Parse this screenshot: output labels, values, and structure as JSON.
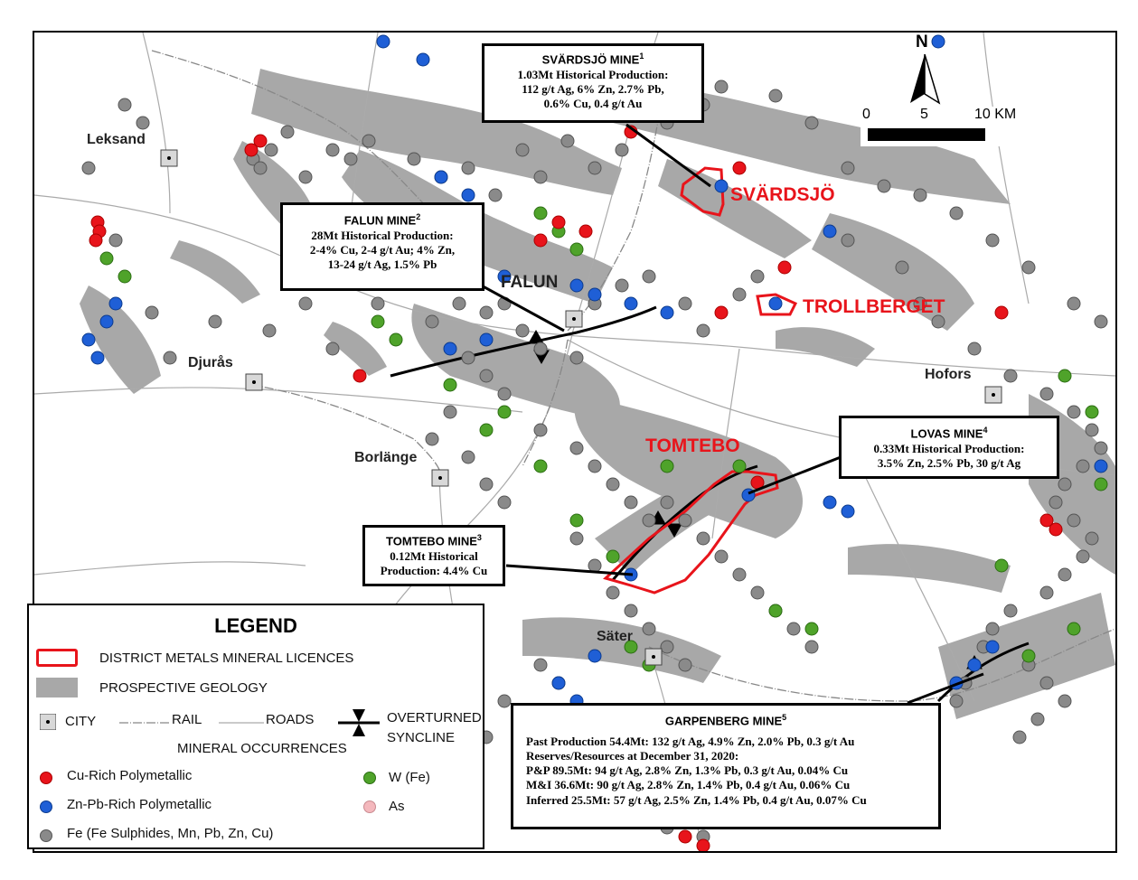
{
  "north_label": "N",
  "scale": {
    "labels": [
      "0",
      "5",
      "10 KM"
    ]
  },
  "cities": [
    {
      "name": "Leksand"
    },
    {
      "name": "Djurås"
    },
    {
      "name": "Borlänge"
    },
    {
      "name": "FALUN"
    },
    {
      "name": "Hofors"
    },
    {
      "name": "Säter"
    }
  ],
  "licences": [
    {
      "name": "SVÄRDSJÖ"
    },
    {
      "name": "TROLLBERGET"
    },
    {
      "name": "TOMTEBO"
    }
  ],
  "callouts": {
    "svardsjo": {
      "title": "SVÄRDSJÖ MINE",
      "ref": "1",
      "lines": [
        "1.03Mt Historical Production:",
        "112 g/t Ag, 6% Zn, 2.7% Pb,",
        "0.6% Cu, 0.4 g/t Au"
      ]
    },
    "falun": {
      "title": "FALUN MINE",
      "ref": "2",
      "lines": [
        "28Mt Historical Production:",
        "2-4% Cu, 2-4 g/t Au; 4% Zn,",
        "13-24 g/t Ag, 1.5% Pb"
      ]
    },
    "tomtebo": {
      "title": "TOMTEBO MINE",
      "ref": "3",
      "lines": [
        "0.12Mt Historical",
        "Production: 4.4% Cu"
      ]
    },
    "lovas": {
      "title": "LOVAS MINE",
      "ref": "4",
      "lines": [
        "0.33Mt Historical Production:",
        "3.5% Zn, 2.5% Pb, 30 g/t Ag"
      ]
    },
    "garpenberg": {
      "title": "GARPENBERG MINE",
      "ref": "5",
      "lines": [
        "Past Production 54.4Mt: 132 g/t Ag, 4.9% Zn, 2.0% Pb, 0.3 g/t Au",
        "Reserves/Resources at December 31, 2020:",
        "P&P 89.5Mt: 94 g/t Ag, 2.8% Zn, 1.3% Pb, 0.3 g/t Au, 0.04% Cu",
        "M&I 36.6Mt: 90 g/t Ag, 2.8% Zn, 1.4% Pb, 0.4 g/t Au, 0.06% Cu",
        "Inferred 25.5Mt: 57 g/t Ag, 2.5% Zn, 1.4% Pb, 0.4 g/t Au, 0.07% Cu"
      ]
    }
  },
  "legend": {
    "title": "LEGEND",
    "licences": "DISTRICT METALS MINERAL LICENCES",
    "geology": "PROSPECTIVE GEOLOGY",
    "city": "CITY",
    "rail": "RAIL",
    "roads": "ROADS",
    "syncline_1": "OVERTURNED",
    "syncline_2": "SYNCLINE",
    "occurrences": "MINERAL OCCURRENCES",
    "cu": "Cu-Rich Polymetallic",
    "zn": "Zn-Pb-Rich Polymetallic",
    "fe": "Fe (Fe Sulphides, Mn, Pb, Zn, Cu)",
    "w": "W (Fe)",
    "as": "As"
  },
  "colors": {
    "licence": "#e8141b",
    "geology": "#a8a8a8",
    "cu": "#e8141b",
    "zn": "#1f5fd6",
    "fe": "#8a8a8a",
    "w": "#4fa32a",
    "as": "#f4b8bd"
  }
}
